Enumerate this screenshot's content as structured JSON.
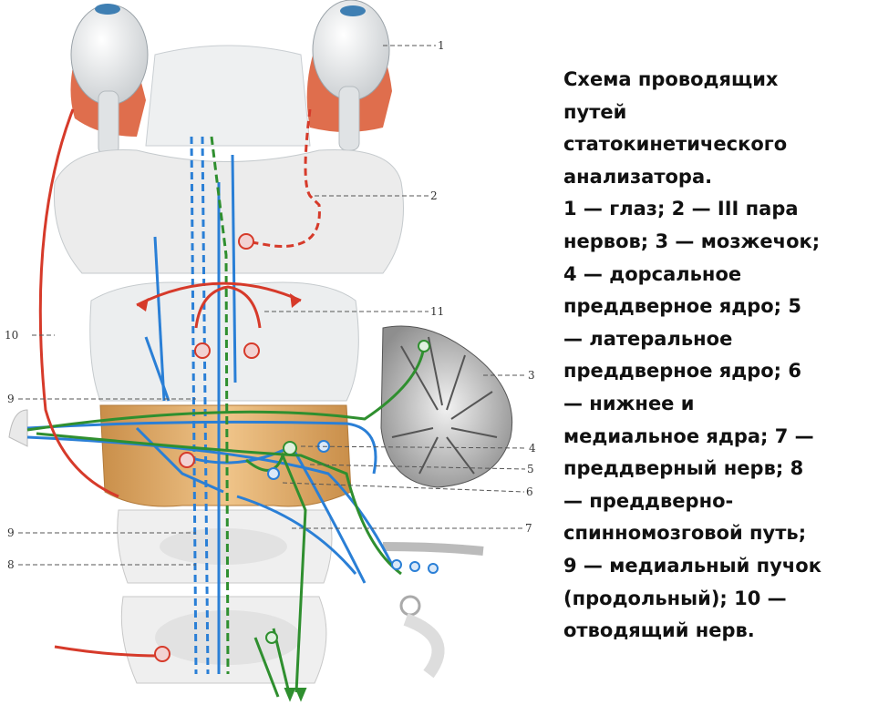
{
  "caption": {
    "lines": [
      "Схема проводящих",
      "путей",
      "статокинетического",
      "анализатора.",
      "1 — глаз; 2 — III пара",
      "нервов; 3 — мозжечок;",
      "4 — дорсальное",
      "преддверное ядро; 5",
      "— латеральное",
      "преддверное ядро; 6",
      "— нижнее и",
      "медиальное ядра; 7 —",
      "преддверный нерв; 8",
      "— преддверно-",
      "спинномозговой путь;",
      "9 — медиальный пучок",
      "(продольный); 10 —",
      "отводящий нерв."
    ]
  },
  "labels": {
    "n1": "1",
    "n2": "2",
    "n3": "3",
    "n4": "4",
    "n5": "5",
    "n6": "6",
    "n7": "7",
    "n8": "8",
    "n9a": "9",
    "n9b": "9",
    "n10": "10",
    "n11": "11"
  },
  "colors": {
    "pathway_blue": "#2a7fd6",
    "pathway_green": "#2f8f2f",
    "pathway_red": "#d63a2a",
    "brainstem": "#e9ebec",
    "medulla": "#d9a55f",
    "cerebellum": "#8a8a8a"
  }
}
